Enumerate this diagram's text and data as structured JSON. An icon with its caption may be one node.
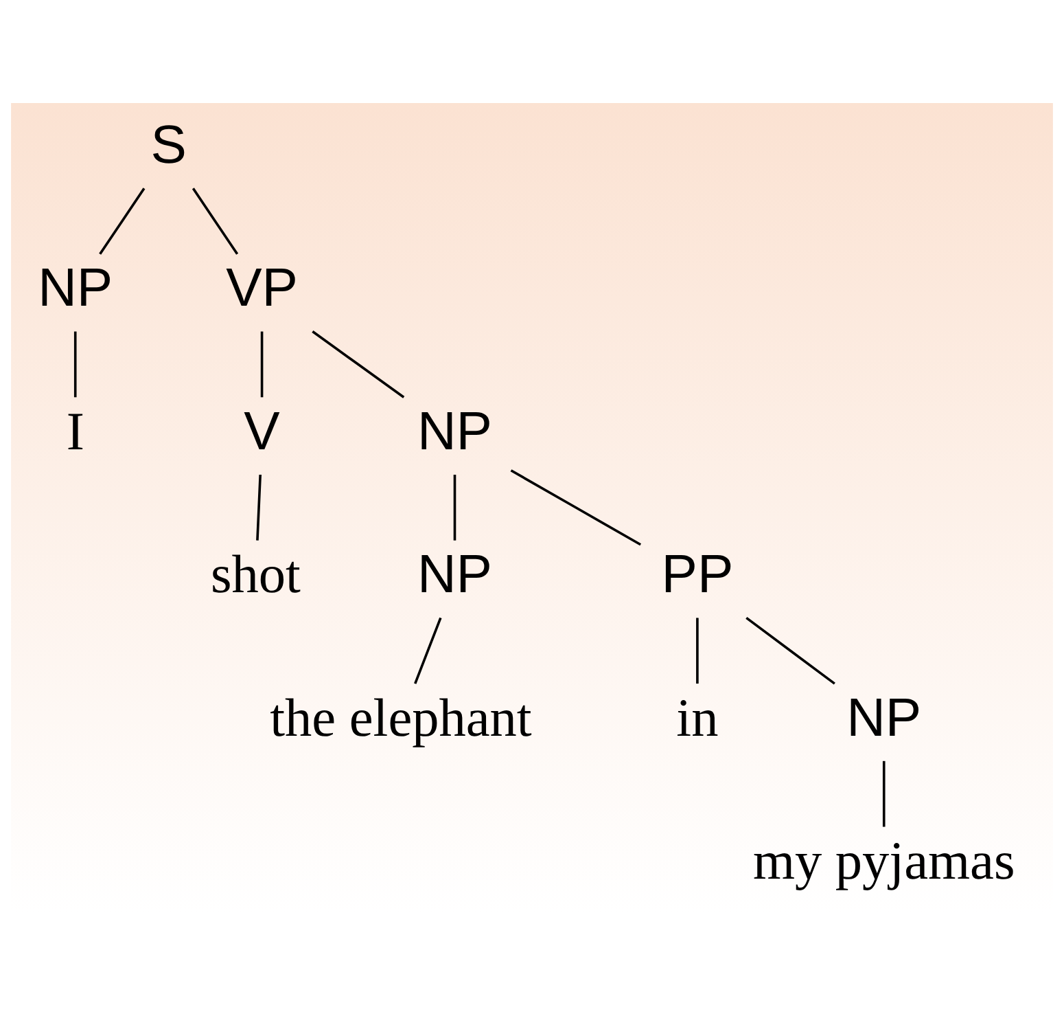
{
  "diagram": {
    "nodes": [
      {
        "text": [
          "S"
        ]
      },
      {
        "text": [
          "NP"
        ]
      },
      {
        "text": [
          "VP"
        ]
      },
      {
        "text": [
          "I"
        ]
      },
      {
        "text": [
          "V"
        ]
      },
      {
        "text": [
          "NP"
        ]
      },
      {
        "text": [
          "shot"
        ]
      },
      {
        "text": [
          "NP"
        ]
      },
      {
        "text": [
          "PP"
        ]
      },
      {
        "text": [
          "the elephant"
        ]
      },
      {
        "text": [
          "in"
        ]
      },
      {
        "text": [
          "NP"
        ]
      },
      {
        "text": [
          "my pyjamas"
        ]
      }
    ],
    "edges": [
      {
        "from": 0,
        "to": 1,
        "arrow": "none"
      },
      {
        "from": 0,
        "to": 2,
        "arrow": "none"
      },
      {
        "from": 1,
        "to": 3,
        "arrow": "none"
      },
      {
        "from": 2,
        "to": 4,
        "arrow": "none"
      },
      {
        "from": 2,
        "to": 5,
        "arrow": "none"
      },
      {
        "from": 4,
        "to": 6,
        "arrow": "none"
      },
      {
        "from": 5,
        "to": 7,
        "arrow": "none"
      },
      {
        "from": 5,
        "to": 8,
        "arrow": "none"
      },
      {
        "from": 7,
        "to": 9,
        "arrow": "none"
      },
      {
        "from": 8,
        "to": 10,
        "arrow": "none"
      },
      {
        "from": 8,
        "to": 11,
        "arrow": "none"
      },
      {
        "from": 11,
        "to": 12,
        "arrow": "none"
      }
    ]
  }
}
